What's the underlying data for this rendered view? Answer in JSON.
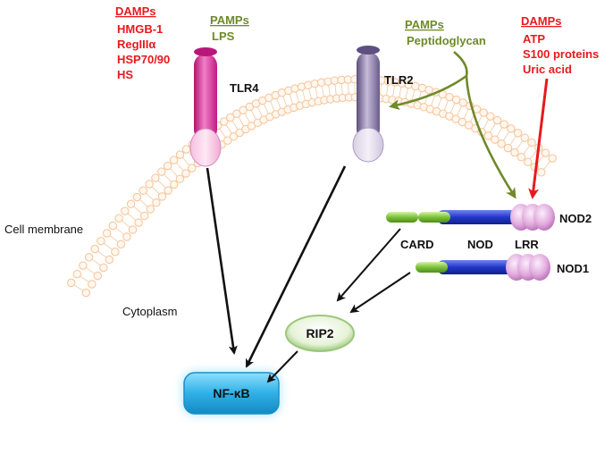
{
  "damps_left": {
    "title": "DAMPs",
    "items": [
      "HMGB-1",
      "RegIIIα",
      "HSP70/90",
      "HS"
    ]
  },
  "pamps_lps": {
    "title": "PAMPs",
    "item": "LPS"
  },
  "pamps_pg": {
    "title": "PAMPs",
    "item": "Peptidoglycan"
  },
  "damps_right": {
    "title": "DAMPs",
    "items": [
      "ATP",
      "S100 proteins",
      "Uric acid"
    ]
  },
  "receptors": {
    "tlr4": "TLR4",
    "tlr2": "TLR2",
    "nod2": "NOD2",
    "nod1": "NOD1"
  },
  "domains": {
    "card": "CARD",
    "nod": "NOD",
    "lrr": "LRR"
  },
  "labels": {
    "cell_membrane": "Cell membrane",
    "cytoplasm": "Cytoplasm",
    "rip2": "RIP2",
    "nfkb": "NF-κB"
  },
  "colors": {
    "damps": "#e8191e",
    "pamps": "#6e8a2a",
    "tlr4": "#d9279b",
    "tlr2": "#8a7aa6",
    "nod_bar": "#2238c8",
    "card": "#7cc23a",
    "lrr": "#d59ad6",
    "membrane": "#f6c79c",
    "nfkb": "#2fb0e6"
  }
}
